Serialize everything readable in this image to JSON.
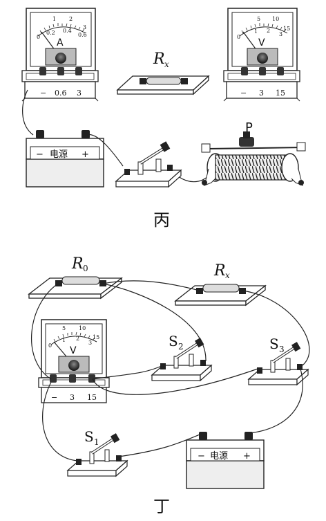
{
  "figure_bing": {
    "caption": "丙",
    "ammeter": {
      "symbol": "A",
      "scale_top": [
        "1",
        "2",
        "3"
      ],
      "scale_bottom": [
        "0",
        "0.2",
        "0.4",
        "0.6"
      ],
      "terminals": [
        "−",
        "0.6",
        "3"
      ]
    },
    "resistor": {
      "label_main": "R",
      "label_sub": "x"
    },
    "voltmeter": {
      "symbol": "V",
      "scale_top": [
        "5",
        "10",
        "15"
      ],
      "scale_bottom": [
        "0",
        "1",
        "2",
        "3"
      ],
      "terminals": [
        "−",
        "3",
        "15"
      ]
    },
    "battery": {
      "minus": "−",
      "text": "电源",
      "plus": "+"
    },
    "rheostat": {
      "slider_label": "P"
    }
  },
  "figure_ding": {
    "caption": "丁",
    "r0": {
      "label_main": "R",
      "label_sub": "0"
    },
    "rx": {
      "label_main": "R",
      "label_sub": "x"
    },
    "voltmeter": {
      "symbol": "V",
      "scale_top": [
        "5",
        "10",
        "15"
      ],
      "scale_bottom": [
        "0",
        "1",
        "2",
        "3"
      ],
      "terminals": [
        "−",
        "3",
        "15"
      ]
    },
    "s1": {
      "label_main": "S",
      "label_sub": "1"
    },
    "s2": {
      "label_main": "S",
      "label_sub": "2"
    },
    "s3": {
      "label_main": "S",
      "label_sub": "3"
    },
    "battery": {
      "minus": "−",
      "text": "电源",
      "plus": "+"
    }
  }
}
